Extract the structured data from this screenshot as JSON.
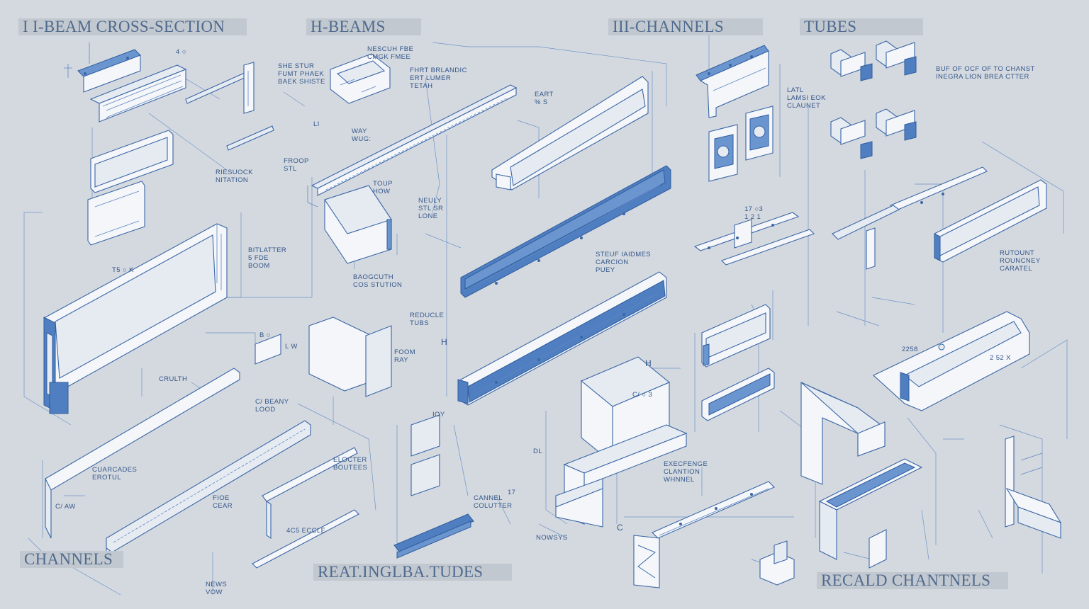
{
  "headings": {
    "ibeam": "I I-BEAM CROSS-SECTION",
    "hbeams": "H-BEAMS",
    "ichannels": "III-CHANNELS",
    "tubes": "TUBES",
    "channels": "CHANNELS",
    "rect_tubes": "REAT.INGLBA.TUDES",
    "recald": "RECALD CHANTNELS"
  },
  "annotations": [
    {
      "id": "a1",
      "text": "4 ○"
    },
    {
      "id": "a2",
      "text": "SHE STUR\nFUMT PHAEK\nBAEK SHISTE"
    },
    {
      "id": "a3",
      "text": "NESCUH FBE\nCMGK FMEE"
    },
    {
      "id": "a4",
      "text": "FHRT BRLANDIC\nERT LUMER\nTETAH"
    },
    {
      "id": "a5",
      "text": "EART\n% S"
    },
    {
      "id": "a6",
      "text": "LATL\nLAMSI EOK\nCLAUNET"
    },
    {
      "id": "a7",
      "text": "BUF OF OCF OF TO CHANST\nINEGRA LION BREA CTTER"
    },
    {
      "id": "a8",
      "text": "RIESUOCK\nNITATION"
    },
    {
      "id": "a9",
      "text": "LI"
    },
    {
      "id": "a10",
      "text": "WAY\nWUG:"
    },
    {
      "id": "a11",
      "text": "FROOP\nSTL"
    },
    {
      "id": "a12",
      "text": "TOUP\nHOW"
    },
    {
      "id": "a13",
      "text": "NEULY\nSTL SR\nLONE"
    },
    {
      "id": "a14",
      "text": "17 ○3\n1 2 1"
    },
    {
      "id": "a15",
      "text": "T5 ○ K"
    },
    {
      "id": "a16",
      "text": "BITLATTER\n5 FDE\nBOOM"
    },
    {
      "id": "a17",
      "text": "BAOGCUTH\nCOS STUTION"
    },
    {
      "id": "a18",
      "text": "STEUF IAIDMES\nCARCION\nPUEY"
    },
    {
      "id": "a19",
      "text": "RUTOUNT\nROUNCNEY\nCARATEL"
    },
    {
      "id": "a20",
      "text": "REDUCLE\nTUBS"
    },
    {
      "id": "a21",
      "text": "FOOM\nRAY"
    },
    {
      "id": "a22",
      "text": "H"
    },
    {
      "id": "a23",
      "text": "B ○"
    },
    {
      "id": "a24",
      "text": "L W"
    },
    {
      "id": "a25",
      "text": "CRULTH"
    },
    {
      "id": "a26",
      "text": "H"
    },
    {
      "id": "a27",
      "text": "2258"
    },
    {
      "id": "a28",
      "text": "2 52 X"
    },
    {
      "id": "a29",
      "text": "C/ BEANY\nLOOD"
    },
    {
      "id": "a30",
      "text": "IOY"
    },
    {
      "id": "a31",
      "text": "CUARCADES\nEROTUL"
    },
    {
      "id": "a32",
      "text": "C/ AW"
    },
    {
      "id": "a33",
      "text": "FIOE\nCEAR"
    },
    {
      "id": "a34",
      "text": "ELOCTER\nBOUTEES"
    },
    {
      "id": "a35",
      "text": "C/ ○ 3"
    },
    {
      "id": "a36",
      "text": "DL"
    },
    {
      "id": "a37",
      "text": "EXECFENGE\nCLANTION\nWHNNEL"
    },
    {
      "id": "a38",
      "text": "CANNEL\nCOLUTTER"
    },
    {
      "id": "a39",
      "text": "17"
    },
    {
      "id": "a40",
      "text": "4C5 ECCLE"
    },
    {
      "id": "a41",
      "text": "NEWS\nVOW"
    },
    {
      "id": "a42",
      "text": "NOWSYS"
    },
    {
      "id": "a43",
      "text": "C"
    }
  ],
  "colors": {
    "background": "#d4d9df",
    "heading_band": "#c2c8cf",
    "heading_text": "#4f6a8e",
    "line": "#3f6aa8",
    "blue_fill": "#4f7fc0"
  }
}
